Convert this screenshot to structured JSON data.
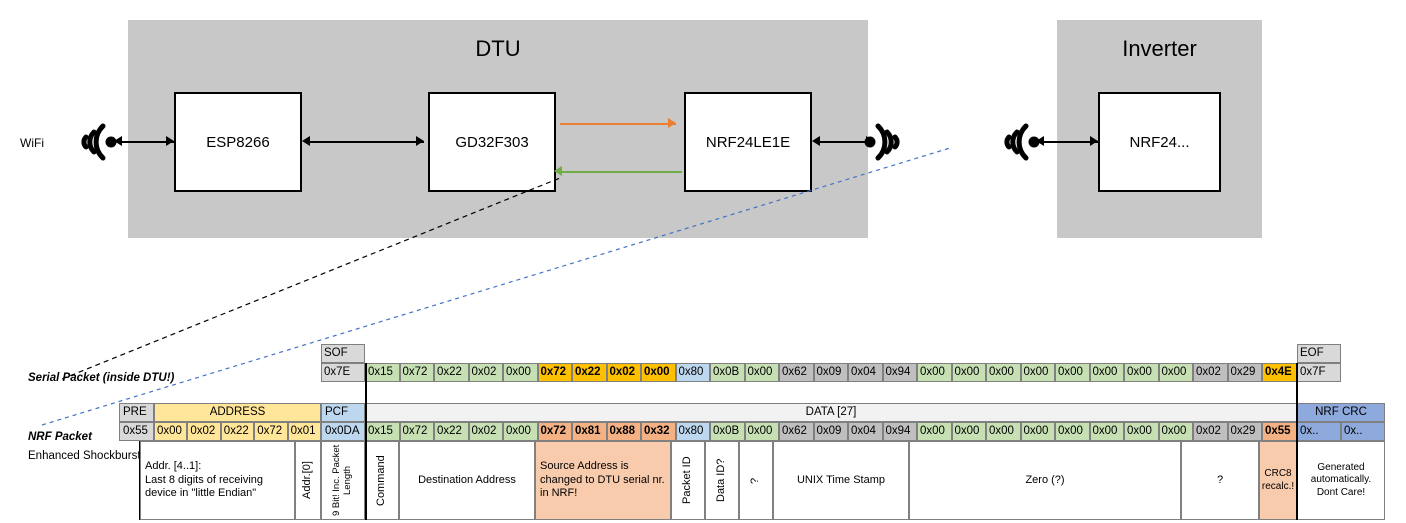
{
  "diagram": {
    "dtu": {
      "title": "DTU",
      "chips": [
        "ESP8266",
        "GD32F303",
        "NRF24LE1E"
      ]
    },
    "inverter": {
      "title": "Inverter",
      "chips": [
        "NRF24..."
      ]
    },
    "wifi_label": "WiFi",
    "colors": {
      "orange_arrow": "#ED7D31",
      "green_arrow": "#70AD47",
      "box_fill": "#c8c8c8"
    }
  },
  "serial_packet": {
    "label": "Serial Packet (inside DTU!)",
    "sof_header": "SOF",
    "eof_header": "EOF",
    "sof_value": "0x7E",
    "eof_value": "0x7F",
    "bytes": [
      {
        "v": "0x15",
        "c": "green",
        "b": false
      },
      {
        "v": "0x72",
        "c": "green",
        "b": false
      },
      {
        "v": "0x22",
        "c": "green",
        "b": false
      },
      {
        "v": "0x02",
        "c": "green",
        "b": false
      },
      {
        "v": "0x00",
        "c": "green",
        "b": false
      },
      {
        "v": "0x72",
        "c": "orangeY",
        "b": true
      },
      {
        "v": "0x22",
        "c": "orangeY",
        "b": true
      },
      {
        "v": "0x02",
        "c": "orangeY",
        "b": true
      },
      {
        "v": "0x00",
        "c": "orangeY",
        "b": true
      },
      {
        "v": "0x80",
        "c": "blue",
        "b": false
      },
      {
        "v": "0x0B",
        "c": "green",
        "b": false
      },
      {
        "v": "0x00",
        "c": "green",
        "b": false
      },
      {
        "v": "0x62",
        "c": "grayd",
        "b": false
      },
      {
        "v": "0x09",
        "c": "grayd",
        "b": false
      },
      {
        "v": "0x04",
        "c": "grayd",
        "b": false
      },
      {
        "v": "0x94",
        "c": "grayd",
        "b": false
      },
      {
        "v": "0x00",
        "c": "green",
        "b": false
      },
      {
        "v": "0x00",
        "c": "green",
        "b": false
      },
      {
        "v": "0x00",
        "c": "green",
        "b": false
      },
      {
        "v": "0x00",
        "c": "green",
        "b": false
      },
      {
        "v": "0x00",
        "c": "green",
        "b": false
      },
      {
        "v": "0x00",
        "c": "green",
        "b": false
      },
      {
        "v": "0x00",
        "c": "green",
        "b": false
      },
      {
        "v": "0x00",
        "c": "green",
        "b": false
      },
      {
        "v": "0x02",
        "c": "grayd",
        "b": false
      },
      {
        "v": "0x29",
        "c": "grayd",
        "b": false
      },
      {
        "v": "0x4E",
        "c": "orangeY",
        "b": true
      }
    ]
  },
  "nrf_packet": {
    "label": "NRF Packet",
    "sublabel": "Enhanced Shockburst",
    "headers": {
      "pre": "PRE",
      "address": "ADDRESS",
      "pcf": "PCF",
      "data": "DATA [27]",
      "crc": "NRF CRC"
    },
    "pre_value": "0x55",
    "address_values": [
      "0x00",
      "0x02",
      "0x22",
      "0x72",
      "0x01"
    ],
    "pcf_value": "0x0DA",
    "crc_values": [
      "0x..",
      "0x.."
    ],
    "bytes": [
      {
        "v": "0x15",
        "c": "green",
        "b": false
      },
      {
        "v": "0x72",
        "c": "green",
        "b": false
      },
      {
        "v": "0x22",
        "c": "green",
        "b": false
      },
      {
        "v": "0x02",
        "c": "green",
        "b": false
      },
      {
        "v": "0x00",
        "c": "green",
        "b": false
      },
      {
        "v": "0x72",
        "c": "orange2",
        "b": true
      },
      {
        "v": "0x81",
        "c": "orange2",
        "b": true
      },
      {
        "v": "0x88",
        "c": "orange2",
        "b": true
      },
      {
        "v": "0x32",
        "c": "orange2",
        "b": true
      },
      {
        "v": "0x80",
        "c": "blue",
        "b": false
      },
      {
        "v": "0x0B",
        "c": "green",
        "b": false
      },
      {
        "v": "0x00",
        "c": "green",
        "b": false
      },
      {
        "v": "0x62",
        "c": "grayd",
        "b": false
      },
      {
        "v": "0x09",
        "c": "grayd",
        "b": false
      },
      {
        "v": "0x04",
        "c": "grayd",
        "b": false
      },
      {
        "v": "0x94",
        "c": "grayd",
        "b": false
      },
      {
        "v": "0x00",
        "c": "green",
        "b": false
      },
      {
        "v": "0x00",
        "c": "green",
        "b": false
      },
      {
        "v": "0x00",
        "c": "green",
        "b": false
      },
      {
        "v": "0x00",
        "c": "green",
        "b": false
      },
      {
        "v": "0x00",
        "c": "green",
        "b": false
      },
      {
        "v": "0x00",
        "c": "green",
        "b": false
      },
      {
        "v": "0x00",
        "c": "green",
        "b": false
      },
      {
        "v": "0x00",
        "c": "green",
        "b": false
      },
      {
        "v": "0x02",
        "c": "grayd",
        "b": false
      },
      {
        "v": "0x29",
        "c": "grayd",
        "b": false
      },
      {
        "v": "0x55",
        "c": "orange2",
        "b": true
      }
    ],
    "descriptions": {
      "address": "Addr. [4..1]:\nLast 8 digits of receiving device in \"little Endian\"",
      "addr0": "Addr.[0]",
      "pcf": "9 Bit!  Inc. Packet  Length",
      "command": "Command",
      "destination": "Destination Address",
      "source": "Source Address is changed to DTU serial nr. in NRF!",
      "packet_id": "Packet ID",
      "data_id": "Data ID?",
      "unknown1": "?",
      "unix": "UNIX Time Stamp",
      "zero": "Zero (?)",
      "unknown2": "?",
      "crc8": "CRC8 recalc.!",
      "nrfcrc": "Generated automatically. Dont Care!"
    }
  }
}
